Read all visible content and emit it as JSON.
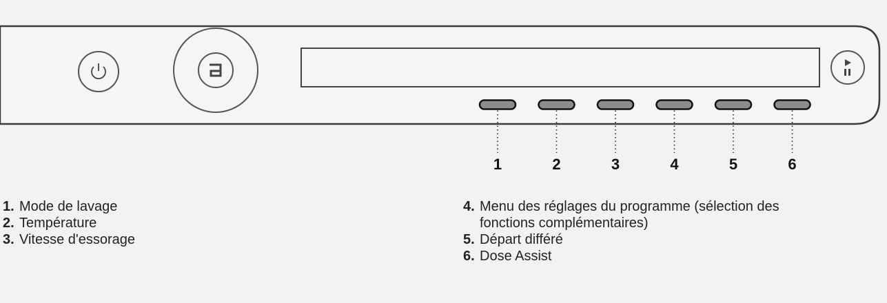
{
  "panel": {
    "buttons": [
      {
        "number": "1"
      },
      {
        "number": "2"
      },
      {
        "number": "3"
      },
      {
        "number": "4"
      },
      {
        "number": "5"
      },
      {
        "number": "6"
      }
    ]
  },
  "legend": {
    "left": [
      {
        "num": "1.",
        "text": "Mode de lavage"
      },
      {
        "num": "2.",
        "text": "Température"
      },
      {
        "num": "3.",
        "text": "Vitesse d'essorage"
      }
    ],
    "right": [
      {
        "num": "4.",
        "text": "Menu des réglages du programme (sélection des",
        "text2": "fonctions complémentaires)"
      },
      {
        "num": "5.",
        "text": "Départ différé"
      },
      {
        "num": "6.",
        "text": "Dose Assist"
      }
    ]
  },
  "colors": {
    "panel_outline": "#3a3a3a",
    "button_fill": "#8a8d90",
    "background": "#f1f2f3"
  }
}
